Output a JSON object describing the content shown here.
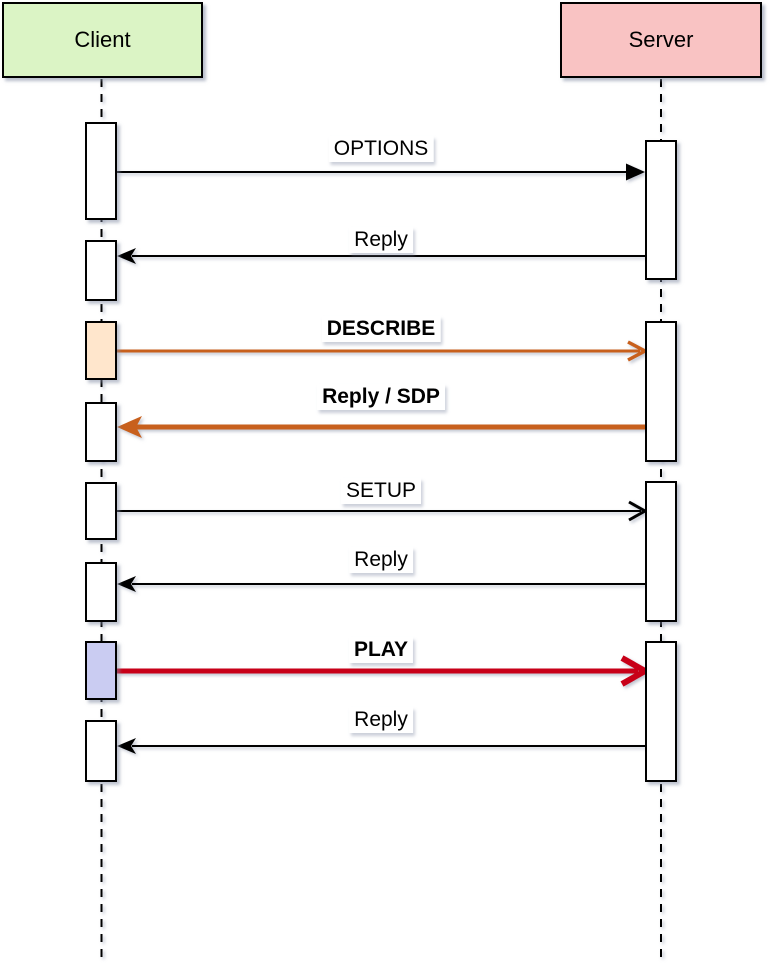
{
  "actors": [
    {
      "label": "Client",
      "fill": "#DBF4C5"
    },
    {
      "label": "Server",
      "fill": "#F9C3C3"
    }
  ],
  "messages": [
    {
      "label": "OPTIONS",
      "direction": "client-to-server",
      "color": "#000000",
      "emphasis": "normal",
      "arrowhead": "filled-triangle"
    },
    {
      "label": "Reply",
      "direction": "server-to-client",
      "color": "#000000",
      "emphasis": "normal",
      "arrowhead": "classic"
    },
    {
      "label": "DESCRIBE",
      "direction": "client-to-server",
      "color": "#C8601D",
      "emphasis": "bold",
      "arrowhead": "open"
    },
    {
      "label": "Reply / SDP",
      "direction": "server-to-client",
      "color": "#C8601D",
      "emphasis": "bold",
      "arrowhead": "filled-triangle"
    },
    {
      "label": "SETUP",
      "direction": "client-to-server",
      "color": "#000000",
      "emphasis": "normal",
      "arrowhead": "open"
    },
    {
      "label": "Reply",
      "direction": "server-to-client",
      "color": "#000000",
      "emphasis": "normal",
      "arrowhead": "classic"
    },
    {
      "label": "PLAY",
      "direction": "client-to-server",
      "color": "#C80018",
      "emphasis": "bold",
      "arrowhead": "open"
    },
    {
      "label": "Reply",
      "direction": "server-to-client",
      "color": "#000000",
      "emphasis": "normal",
      "arrowhead": "classic"
    }
  ],
  "activations": {
    "default_fill": "#FFFFFF",
    "describe_fill": "#FFE6CC",
    "play_fill": "#CACCF2"
  },
  "lifeline": {
    "color": "#000000",
    "style": "dashed"
  }
}
